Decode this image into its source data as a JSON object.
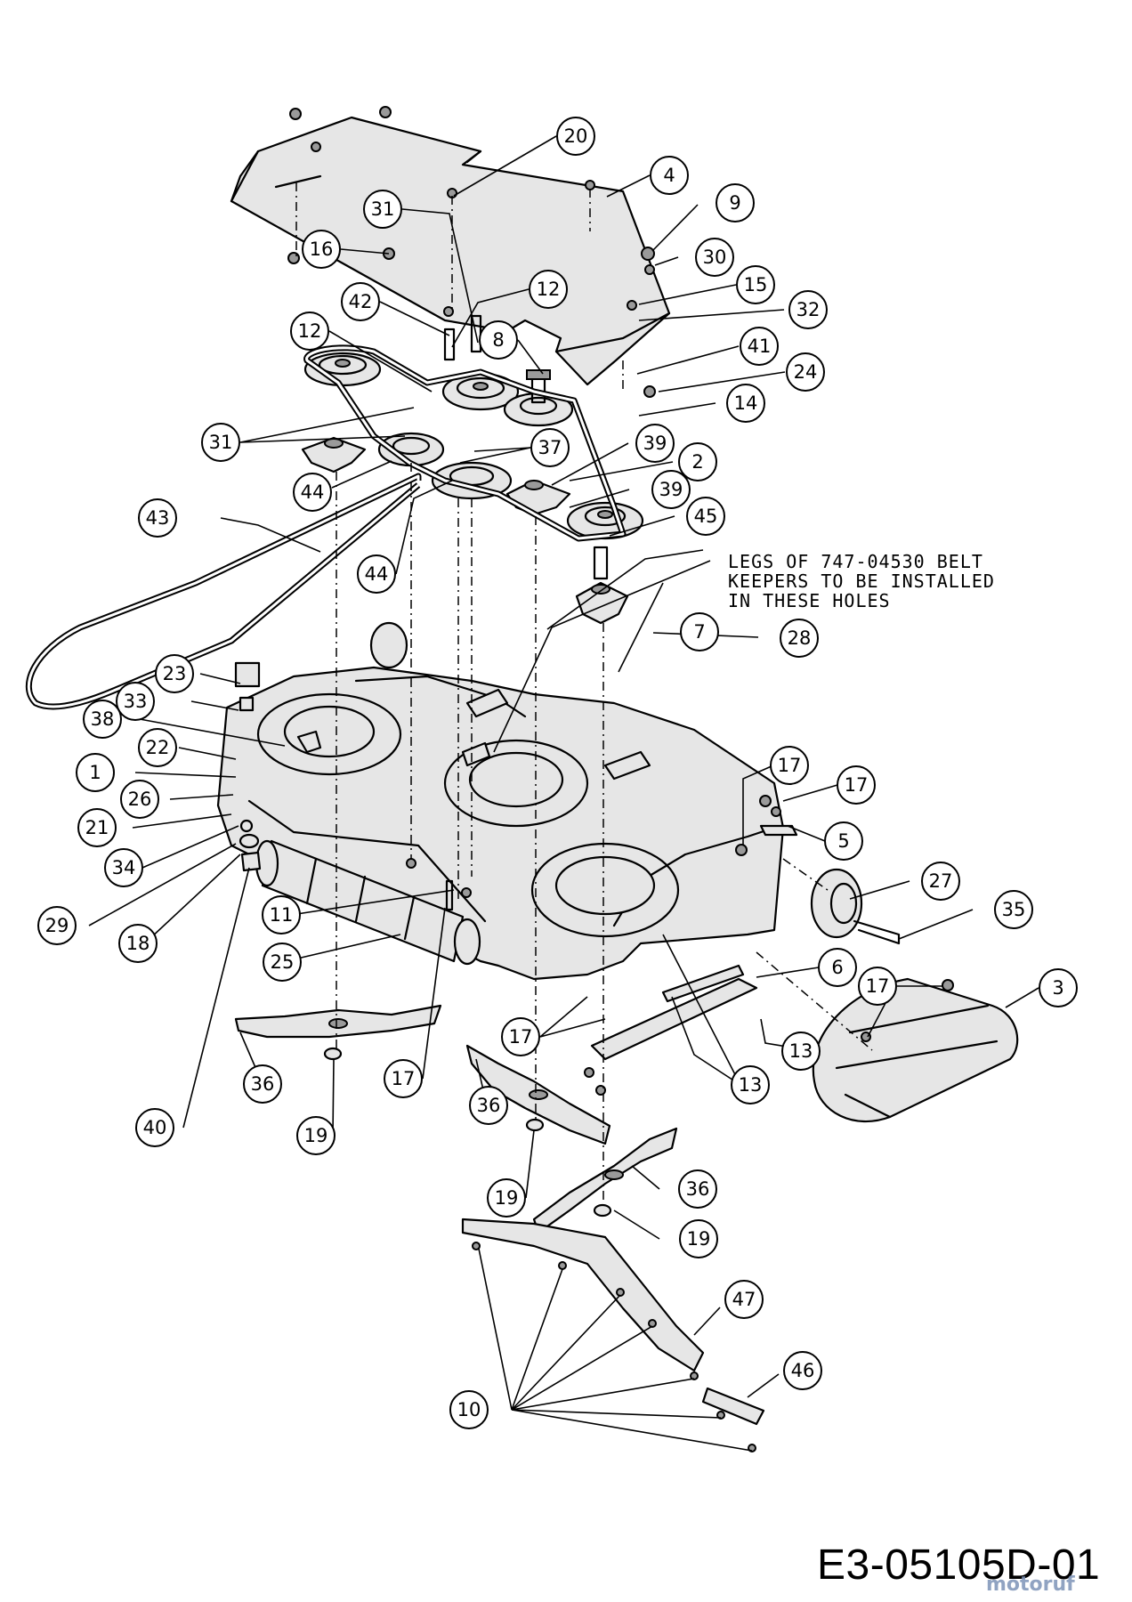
{
  "note_lines": [
    "LEGS OF 747-04530 BELT",
    "KEEPERS TO BE INSTALLED",
    "IN THESE HOLES"
  ],
  "drawing_number": "E3-05105D-01",
  "watermark": "motoruf",
  "callouts": [
    {
      "label": "20"
    },
    {
      "label": "4"
    },
    {
      "label": "9"
    },
    {
      "label": "30"
    },
    {
      "label": "15"
    },
    {
      "label": "32"
    },
    {
      "label": "41"
    },
    {
      "label": "24"
    },
    {
      "label": "14"
    },
    {
      "label": "31"
    },
    {
      "label": "16"
    },
    {
      "label": "12"
    },
    {
      "label": "42"
    },
    {
      "label": "8"
    },
    {
      "label": "12"
    },
    {
      "label": "31"
    },
    {
      "label": "37"
    },
    {
      "label": "39"
    },
    {
      "label": "2"
    },
    {
      "label": "39"
    },
    {
      "label": "45"
    },
    {
      "label": "44"
    },
    {
      "label": "43"
    },
    {
      "label": "44"
    },
    {
      "label": "7"
    },
    {
      "label": "28"
    },
    {
      "label": "23"
    },
    {
      "label": "33"
    },
    {
      "label": "38"
    },
    {
      "label": "22"
    },
    {
      "label": "1"
    },
    {
      "label": "26"
    },
    {
      "label": "21"
    },
    {
      "label": "34"
    },
    {
      "label": "29"
    },
    {
      "label": "18"
    },
    {
      "label": "17"
    },
    {
      "label": "17"
    },
    {
      "label": "5"
    },
    {
      "label": "27"
    },
    {
      "label": "35"
    },
    {
      "label": "11"
    },
    {
      "label": "25"
    },
    {
      "label": "6"
    },
    {
      "label": "3"
    },
    {
      "label": "17"
    },
    {
      "label": "17"
    },
    {
      "label": "13"
    },
    {
      "label": "13"
    },
    {
      "label": "36"
    },
    {
      "label": "17"
    },
    {
      "label": "40"
    },
    {
      "label": "19"
    },
    {
      "label": "36"
    },
    {
      "label": "19"
    },
    {
      "label": "36"
    },
    {
      "label": "19"
    },
    {
      "label": "47"
    },
    {
      "label": "46"
    },
    {
      "label": "10"
    }
  ]
}
